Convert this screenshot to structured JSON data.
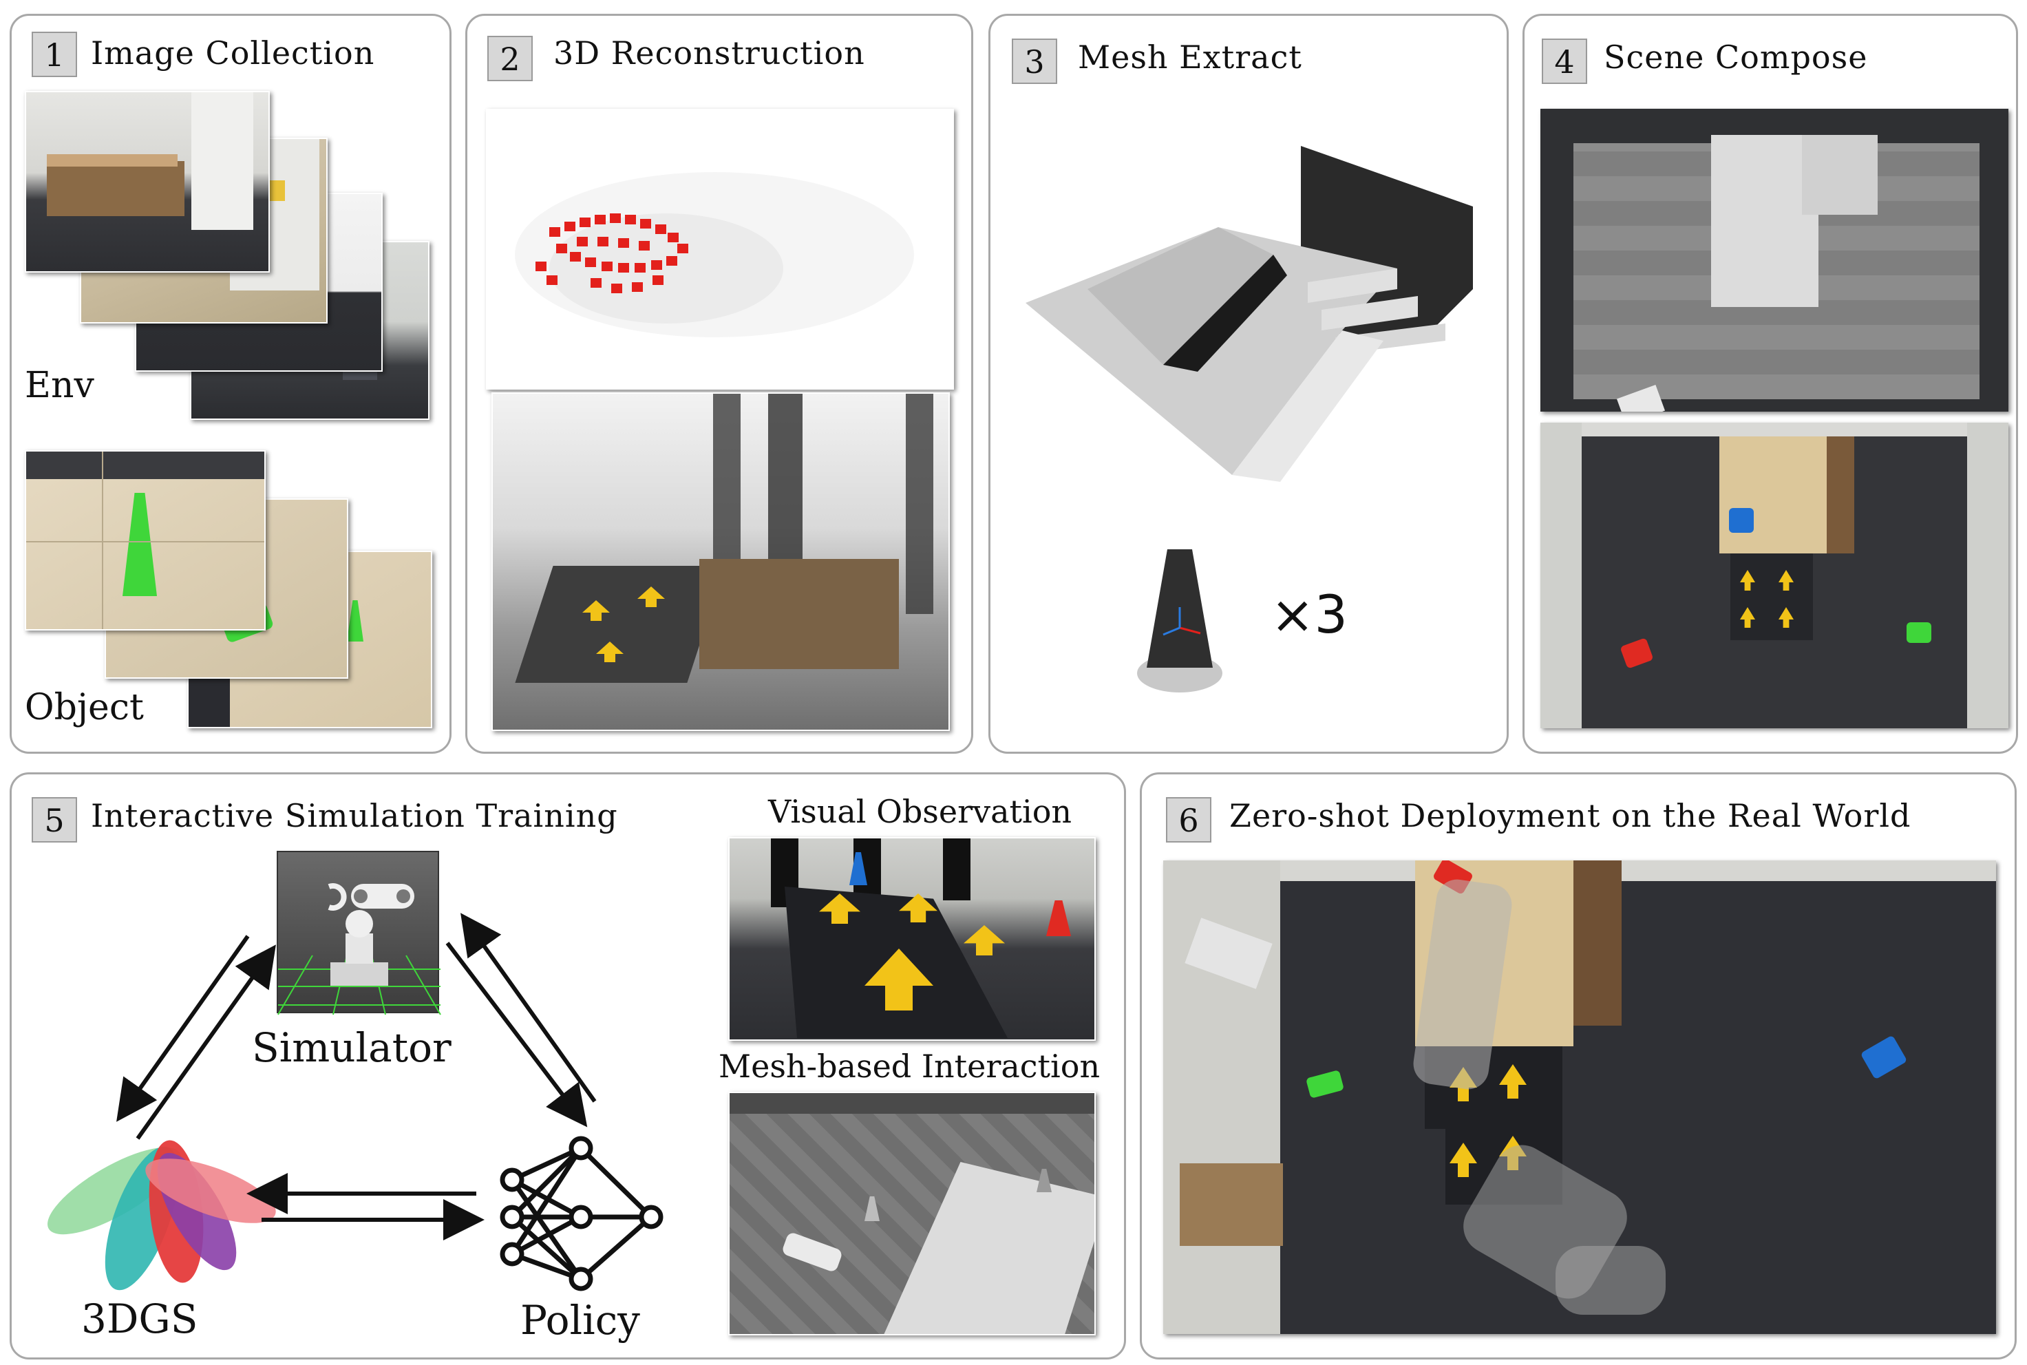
{
  "panels": [
    {
      "num": "1",
      "title": "Image Collection"
    },
    {
      "num": "2",
      "title": "3D Reconstruction"
    },
    {
      "num": "3",
      "title": "Mesh Extract"
    },
    {
      "num": "4",
      "title": "Scene Compose"
    },
    {
      "num": "5",
      "title": "Interactive Simulation Training"
    },
    {
      "num": "6",
      "title": "Zero-shot Deployment on the Real World"
    }
  ],
  "panel1": {
    "env_label": "Env",
    "object_label": "Object"
  },
  "panel3": {
    "multiplier": "×3"
  },
  "panel5": {
    "simulator_label": "Simulator",
    "gs_label": "3DGS",
    "policy_label": "Policy",
    "visual_obs_label": "Visual Observation",
    "mesh_interaction_label": "Mesh-based Interaction"
  },
  "colors": {
    "panel_border": "#a8a8a8",
    "number_box": "#d7d7d7",
    "camera_frustums": "#e3201b",
    "cone_green": "#3fd63a",
    "cone_blue": "#1f6fd1",
    "cone_red": "#e02a22",
    "arrow_yellow": "#f2c318"
  }
}
